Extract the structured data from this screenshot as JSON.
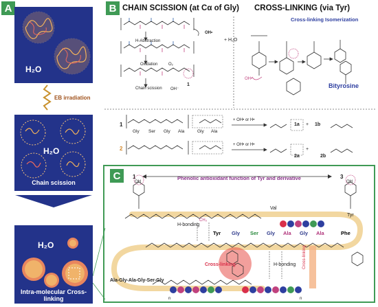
{
  "panels": {
    "a": {
      "tag": "A",
      "water_top": "H₂O",
      "arrow_label": "EB irradiation",
      "water_mid": "H₂O",
      "caption_mid": "Chain scission",
      "water_bottom": "H₂O",
      "caption_bottom": "Intra-molecular Cross-linking"
    },
    "b": {
      "tag": "B",
      "title_left": "CHAIN SCISSION (at Cα of Gly)",
      "title_right": "CROSS-LINKING (via Tyr)",
      "isomerization": "Cross-linking Isomerization",
      "bityrosine": "Bityrosine",
      "h_abstraction": "H-Abstraction",
      "oxidation": "Oxidation",
      "oxidation_agent": "O₂",
      "chain_scission": "Chain scission",
      "oh_radical": "OH•",
      "plus_water": "+ H₂O",
      "oh_minus": "OH⁻",
      "oh_prime": "OH•",
      "row1_num": "1",
      "row1_seq": [
        "Gly",
        "Ser",
        "Gly",
        "Ala",
        "Gly",
        "Ala"
      ],
      "row2_num": "2",
      "reagent": "+ OH• or H•",
      "product_1a": "1a",
      "product_1b": "1b",
      "product_2a": "2a",
      "product_2b": "2b",
      "plus": "+",
      "label_1": "1"
    },
    "c": {
      "tag": "C",
      "left_num": "1",
      "right_num": "3",
      "phenolic": "Phenolic antioxidant function of Tyr and derivative",
      "val": "Val",
      "tyr_top": "Tyr",
      "h_bonding_1": "H-bonding",
      "h_bonding_2": "H-bonding",
      "cross_linking": "Cross-linking",
      "cross_linking_v": "Cross-linking",
      "seq_labels": [
        {
          "text": "Tyr",
          "color": "#111"
        },
        {
          "text": "Gly",
          "color": "#2f3b8c"
        },
        {
          "text": "Ser",
          "color": "#2b8a3e"
        },
        {
          "text": "Gly",
          "color": "#2f3b8c"
        },
        {
          "text": "Ala",
          "color": "#b0327a"
        },
        {
          "text": "Gly",
          "color": "#2f3b8c"
        },
        {
          "text": "Ala",
          "color": "#b0327a"
        },
        {
          "text": "Phe",
          "color": "#111"
        }
      ],
      "bottom_seq": "Ala-Gly-Ala-Gly-Ser-Gly",
      "subscript_n": "n",
      "oh": "OH",
      "ch3": "CH₃"
    }
  },
  "colors": {
    "blue": "#23338a",
    "green": "#3f9a55",
    "band": "#f2d7a0",
    "red_glow": "#e8504a"
  }
}
